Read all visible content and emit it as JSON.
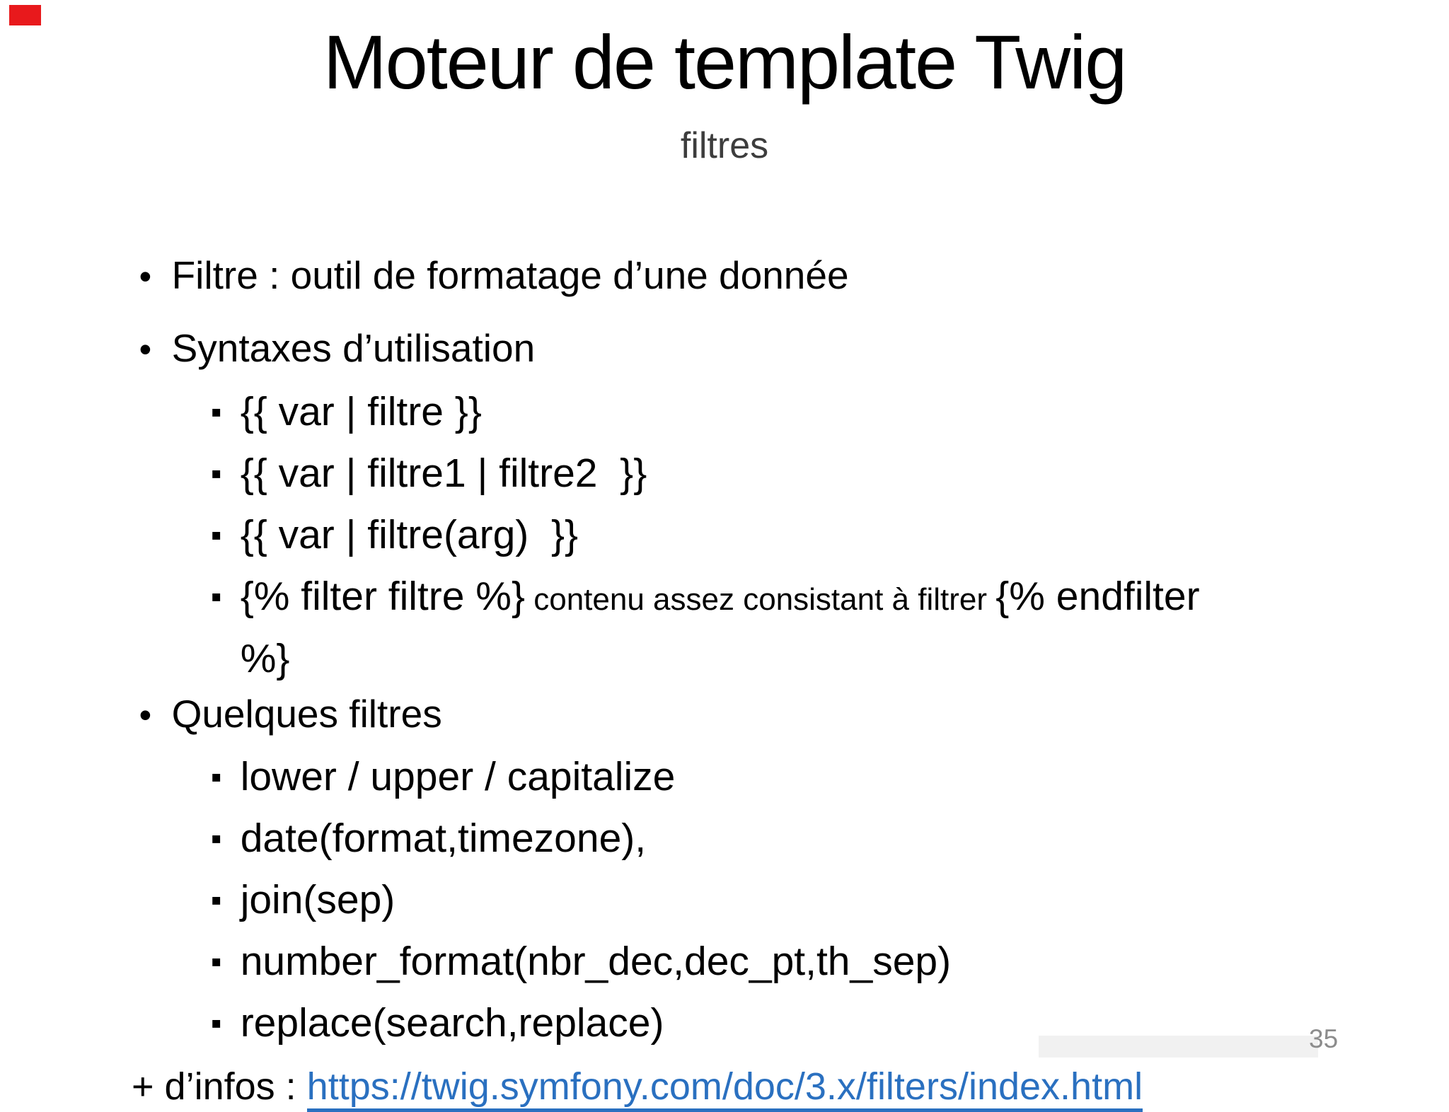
{
  "slide": {
    "title": "Moteur de template Twig",
    "subtitle": "filtres",
    "page_number": "35"
  },
  "markers": {
    "dot": "•",
    "square": "▪"
  },
  "content": {
    "bullet1": "Filtre : outil de formatage d’une donnée",
    "bullet2": "Syntaxes d’utilisation",
    "syntax_lines": [
      "{{ var | filtre }}",
      "{{ var | filtre1 | filtre2  }}",
      "{{ var | filtre(arg)  }}"
    ],
    "filter_block": {
      "open": "{% filter filtre %}",
      "middle": " contenu assez consistant à filtrer ",
      "close_start": "{% endfilter",
      "close_wrap": "%}"
    },
    "bullet3": "Quelques filtres",
    "filters": [
      "lower / upper / capitalize",
      "date(format,timezone),",
      "join(sep)",
      "number_format(nbr_dec,dec_pt,th_sep)",
      "replace(search,replace)"
    ],
    "footer": {
      "prefix": "+ d’infos : ",
      "link": "https://twig.symfony.com/doc/3.x/filters/index.html"
    }
  },
  "colors": {
    "red_marker": "#e8191c",
    "link_blue": "#2a70c0",
    "page_number_gray": "#8c8c8c",
    "watermark_band": "#f1f1f1"
  }
}
